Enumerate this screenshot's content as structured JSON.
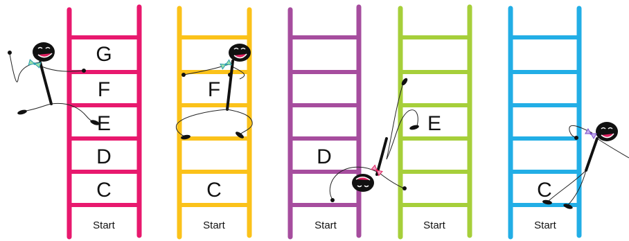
{
  "ladders": [
    {
      "id": "pink",
      "color": "#e8196e",
      "rung_labels": [
        "G",
        "F",
        "E",
        "D",
        "C"
      ],
      "start_label": "Start"
    },
    {
      "id": "yellow",
      "color": "#fbc21a",
      "rung_labels": [
        "",
        "F",
        "",
        "",
        "C"
      ],
      "start_label": "Start"
    },
    {
      "id": "purple",
      "color": "#a64d9e",
      "rung_labels": [
        "",
        "",
        "",
        "D",
        ""
      ],
      "start_label": "Start"
    },
    {
      "id": "green",
      "color": "#a6cf3a",
      "rung_labels": [
        "",
        "",
        "E",
        "",
        ""
      ],
      "start_label": "Start"
    },
    {
      "id": "blue",
      "color": "#22aee6",
      "rung_labels": [
        "",
        "",
        "",
        "",
        "C"
      ],
      "start_label": "Start"
    }
  ],
  "figure": {
    "head_color": "#111111",
    "bowtie_colors": {
      "teal": "#2a9db0",
      "mint": "#9ee0a8",
      "red": "#e02060",
      "purple": "#7a4cc8"
    }
  }
}
